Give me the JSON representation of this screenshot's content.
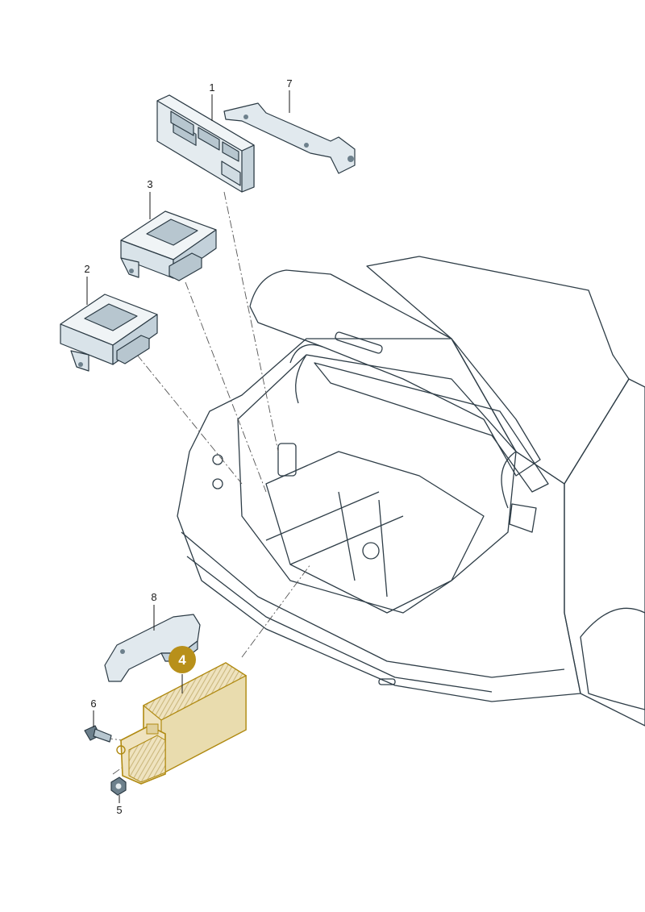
{
  "callouts": [
    {
      "id": "1",
      "label": "1"
    },
    {
      "id": "2",
      "label": "2"
    },
    {
      "id": "3",
      "label": "3"
    },
    {
      "id": "4",
      "label": "4",
      "highlighted": true
    },
    {
      "id": "5",
      "label": "5"
    },
    {
      "id": "6",
      "label": "6"
    },
    {
      "id": "7",
      "label": "7"
    },
    {
      "id": "8",
      "label": "8"
    }
  ],
  "colors": {
    "part_fill": "#e4ebef",
    "part_shade": "#b7c6cf",
    "car_body": "#d6e2ea",
    "car_dark": "#2f3f4b",
    "highlight_fill": "#efe3bf",
    "highlight_stroke": "#b08a12",
    "badge": "#b8901a"
  }
}
